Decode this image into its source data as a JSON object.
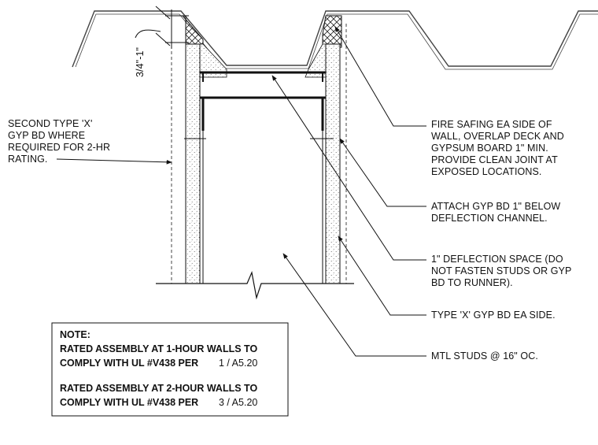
{
  "labels": {
    "dim": "3/4\"-1\"",
    "left_callout": [
      "SECOND TYPE 'X'",
      "GYP BD WHERE",
      "REQUIRED FOR 2-HR",
      "RATING."
    ],
    "fire_safing": [
      "FIRE SAFING EA SIDE OF",
      "WALL, OVERLAP DECK AND",
      "GYPSUM BOARD 1\" MIN.",
      "PROVIDE CLEAN JOINT AT",
      "EXPOSED LOCATIONS."
    ],
    "attach": [
      "ATTACH GYP BD 1\" BELOW",
      "DEFLECTION CHANNEL."
    ],
    "deflection": [
      "1\" DEFLECTION SPACE (DO",
      "NOT FASTEN STUDS OR GYP",
      "BD TO RUNNER)."
    ],
    "type_x": "TYPE 'X' GYP BD EA SIDE.",
    "studs": "MTL STUDS @ 16\" OC."
  },
  "note": {
    "title": "NOTE:",
    "line1a": "RATED ASSEMBLY AT 1-HOUR WALLS TO",
    "line1b": "COMPLY WITH UL #V438 PER",
    "ref1": "1  /  A5.20",
    "line2a": "RATED ASSEMBLY AT 2-HOUR WALLS TO",
    "line2b": "COMPLY WITH UL #V438 PER",
    "ref2": "3  /  A5.20"
  }
}
